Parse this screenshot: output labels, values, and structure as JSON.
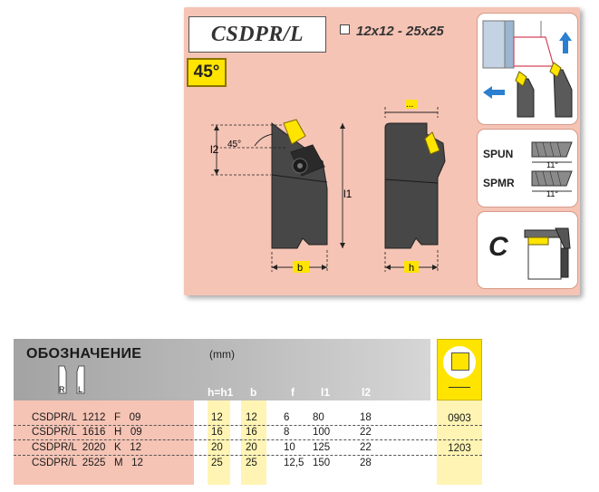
{
  "header": {
    "title": "CSDPR/L",
    "size_range": "12x12 - 25x25",
    "angle": "45°"
  },
  "drawing_labels": {
    "l2": "l2",
    "angle": "45°",
    "l1": "l1",
    "b": "b",
    "h": "h",
    "dots": "..."
  },
  "inserts": {
    "spun": "SPUN",
    "spmr": "SPMR",
    "clearance_1": "11°",
    "clearance_2": "11°",
    "clamp_type": "C"
  },
  "table": {
    "title": "ОБОЗНАЧЕНИЕ",
    "unit": "(mm)",
    "hand_r": "R",
    "hand_l": "L",
    "columns": [
      "h=h1",
      "b",
      "f",
      "l1",
      "l2"
    ],
    "rows": [
      {
        "name": "CSDPR/L  1212   F   09",
        "h": "12",
        "b": "12",
        "f": "6",
        "l1": "80",
        "l2": "18"
      },
      {
        "name": "CSDPR/L  1616   H   09",
        "h": "16",
        "b": "16",
        "f": "8",
        "l1": "100",
        "l2": "22"
      },
      {
        "name": "CSDPR/L  2020   K   12",
        "h": "20",
        "b": "20",
        "f": "10",
        "l1": "125",
        "l2": "22"
      },
      {
        "name": "CSDPR/L  2525   M   12",
        "h": "25",
        "b": "25",
        "f": "12,5",
        "l1": "150",
        "l2": "28"
      }
    ],
    "insert_codes": [
      "0903",
      "1203"
    ]
  },
  "colors": {
    "panel": "#f5c4b5",
    "accent_yellow": "#ffe400",
    "highlight": "#fff4b3",
    "header_gray": "#a3a3a3"
  }
}
